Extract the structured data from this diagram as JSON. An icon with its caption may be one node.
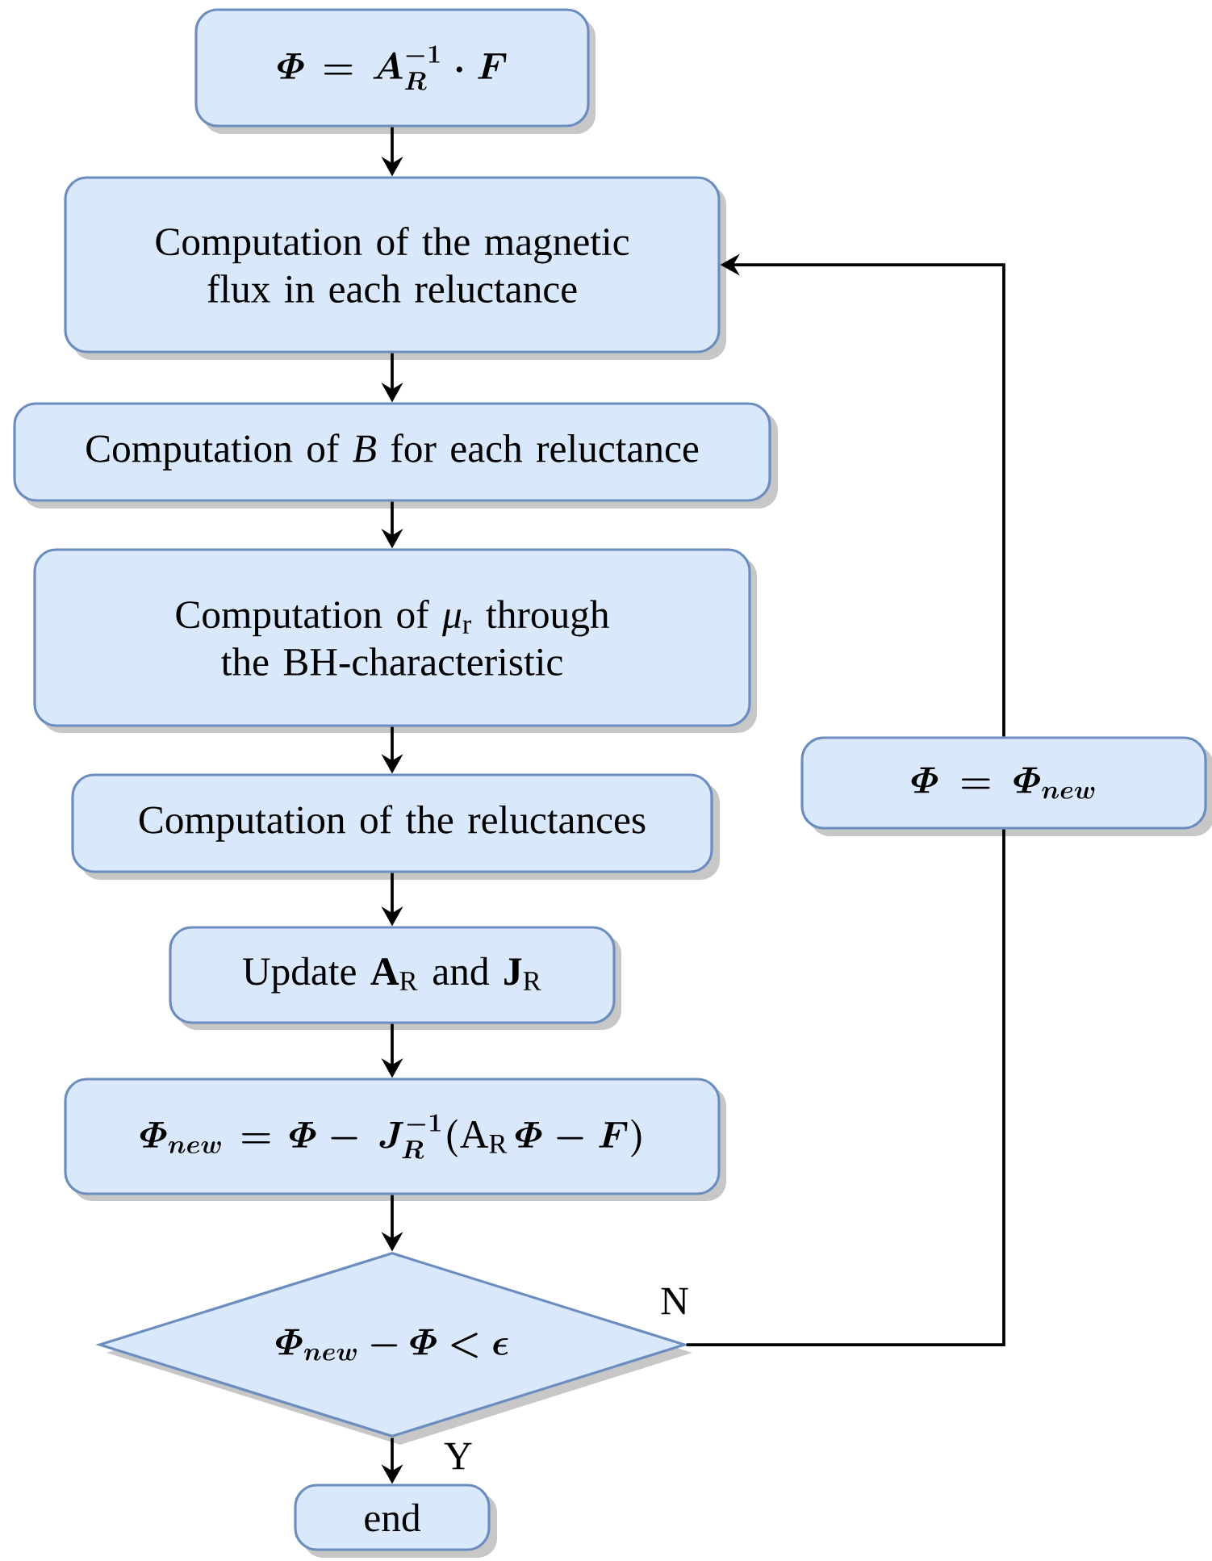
{
  "diagram": {
    "nodes": [
      {
        "text": [
          "\\bm{\\varPhi = A_R^{-1} \\cdot F}"
        ]
      },
      {
        "text": [
          "Computation of the magnetic flux in each reluctance"
        ]
      },
      {
        "text": [
          "Computation of *B* for each reluctance"
        ]
      },
      {
        "text": [
          "Computation of *μ*$_{r}$ through the BH-characteristic"
        ]
      },
      {
        "text": [
          "Computation of the reluctances"
        ]
      },
      {
        "text": [
          "Update **A**$_{R}$ and **J**$_{R}$"
        ]
      },
      {
        "text": [
          "\\bm{\\varPhi_{new} = \\varPhi -\\, J_R^{-1}(}\\mathrm{A_R}\\,\\bm{\\varPhi - F)}"
        ]
      },
      {
        "text": [
          "\\bm{\\varPhi_{new} - \\varPhi < \\epsilon}"
        ]
      },
      {
        "text": [
          "end"
        ]
      },
      {
        "text": [
          "\\bm{\\varPhi = \\varPhi_{new}}"
        ]
      }
    ],
    "edges": [
      {
        "from": 0,
        "to": 1,
        "arrow": "to"
      },
      {
        "from": 1,
        "to": 2,
        "arrow": "to"
      },
      {
        "from": 2,
        "to": 3,
        "arrow": "to"
      },
      {
        "from": 3,
        "to": 4,
        "arrow": "to"
      },
      {
        "from": 4,
        "to": 5,
        "arrow": "to"
      },
      {
        "from": 5,
        "to": 6,
        "arrow": "to"
      },
      {
        "from": 6,
        "to": 7,
        "arrow": "to"
      },
      {
        "from": 7,
        "to": 8,
        "arrow": "to",
        "label": "Y"
      },
      {
        "from": 7,
        "to": 9,
        "arrow": "none",
        "label": "N"
      },
      {
        "from": 9,
        "to": 1,
        "arrow": "to"
      }
    ]
  }
}
